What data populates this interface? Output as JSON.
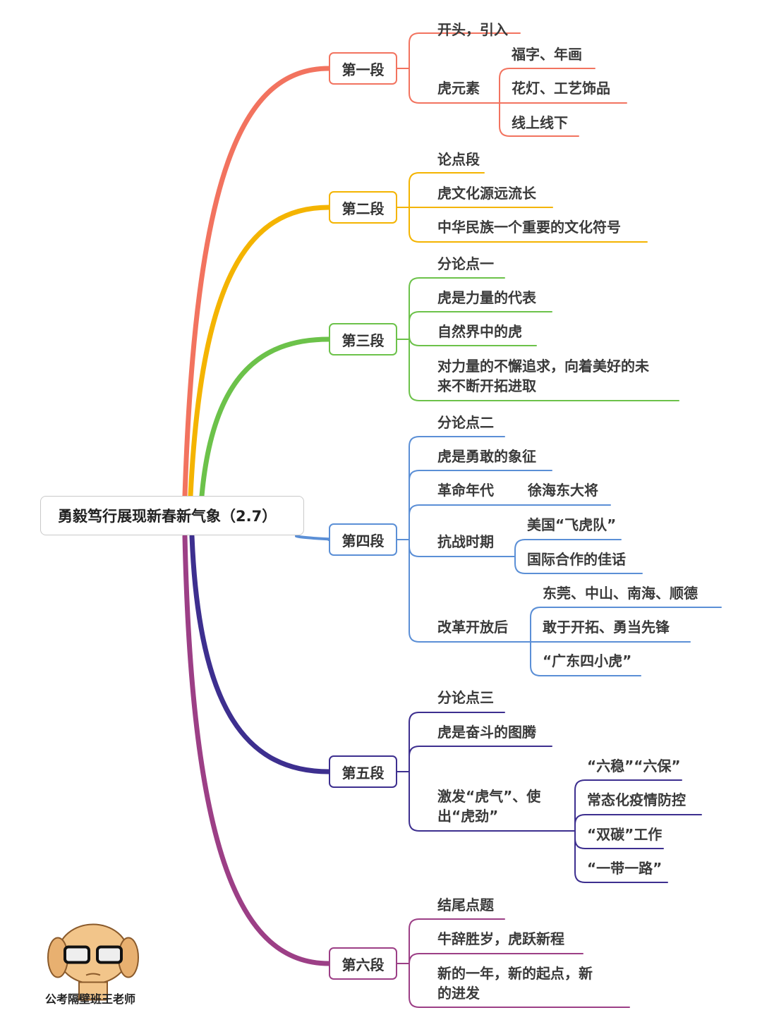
{
  "root": {
    "title": "勇毅笃行展现新春新气象（2.7）"
  },
  "sections": [
    {
      "label": "第一段",
      "color": "#f2735f",
      "items": [
        {
          "text": "开头，引入"
        },
        {
          "text": "虎元素",
          "children": [
            "福字、年画",
            "花灯、工艺饰品",
            "线上线下"
          ]
        }
      ]
    },
    {
      "label": "第二段",
      "color": "#f4b400",
      "items": [
        {
          "text": "论点段"
        },
        {
          "text": "虎文化源远流长"
        },
        {
          "text": "中华民族一个重要的文化符号"
        }
      ]
    },
    {
      "label": "第三段",
      "color": "#6cc24a",
      "items": [
        {
          "text": "分论点一"
        },
        {
          "text": "虎是力量的代表"
        },
        {
          "text": "自然界中的虎"
        },
        {
          "text": "对力量的不懈追求，向着美好的未\n来不断开拓进取"
        }
      ]
    },
    {
      "label": "第四段",
      "color": "#5b8fd6",
      "items": [
        {
          "text": "分论点二"
        },
        {
          "text": "虎是勇敢的象征"
        },
        {
          "text": "革命年代",
          "children": [
            "徐海东大将"
          ]
        },
        {
          "text": "抗战时期",
          "children": [
            "美国“飞虎队”",
            "国际合作的佳话"
          ]
        },
        {
          "text": "改革开放后",
          "children": [
            "东莞、中山、南海、顺德",
            "敢于开拓、勇当先锋",
            "“广东四小虎”"
          ]
        }
      ]
    },
    {
      "label": "第五段",
      "color": "#3d2f8f",
      "items": [
        {
          "text": "分论点三"
        },
        {
          "text": "虎是奋斗的图腾"
        },
        {
          "text": "激发“虎气”、使\n出“虎劲”",
          "children": [
            "“六稳”“六保”",
            "常态化疫情防控",
            "“双碳”工作",
            "“一带一路”"
          ]
        }
      ]
    },
    {
      "label": "第六段",
      "color": "#9c3f86",
      "items": [
        {
          "text": "结尾点题"
        },
        {
          "text": "牛辞胜岁，虎跃新程"
        },
        {
          "text": "新的一年，新的起点，新\n的进发"
        }
      ]
    }
  ],
  "watermark": {
    "text": "公考隔壁班王老师"
  }
}
